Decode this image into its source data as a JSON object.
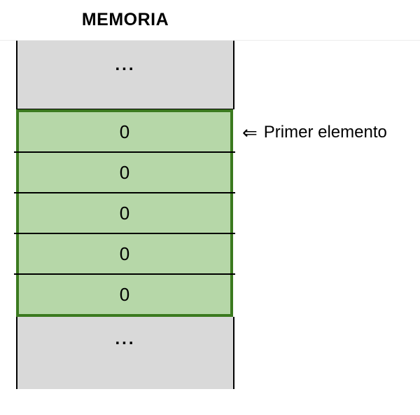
{
  "title": "MEMORIA",
  "memory": {
    "top_ellipsis": "...",
    "cells": [
      "0",
      "0",
      "0",
      "0",
      "0"
    ],
    "bottom_ellipsis": "..."
  },
  "annotation": {
    "arrow_glyph": "⇐",
    "label": "Primer elemento"
  },
  "colors": {
    "cell_fill": "#b6d7a8",
    "cell_border": "#3b7a1f",
    "memory_fill": "#d9d9d9",
    "memory_border": "#000000",
    "text": "#000000",
    "background": "#ffffff"
  }
}
